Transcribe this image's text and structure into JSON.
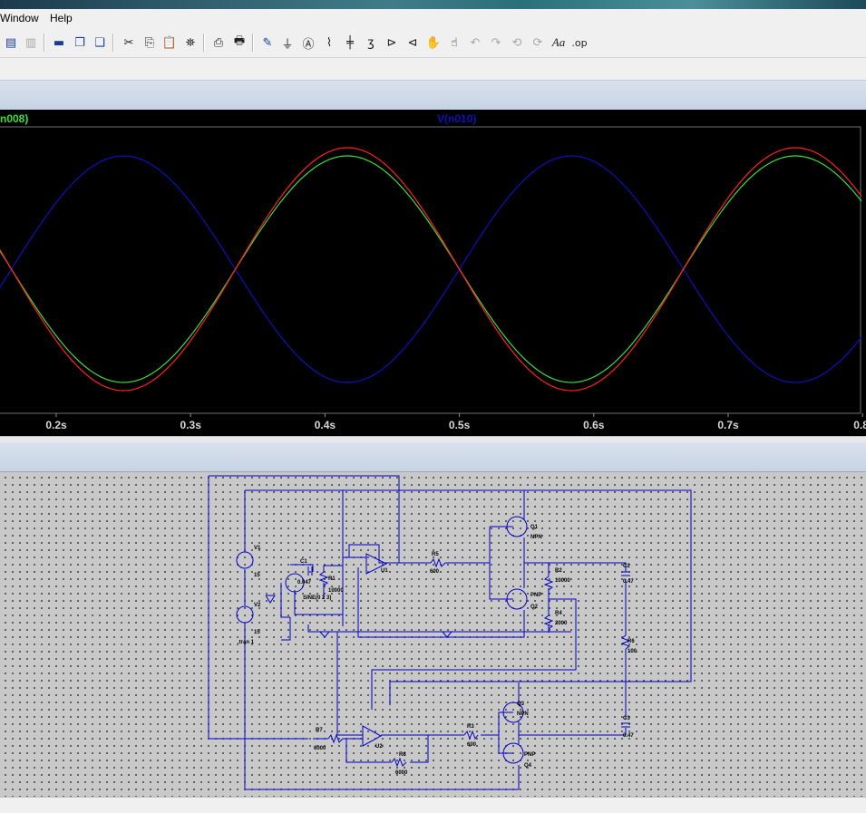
{
  "menu": {
    "window_label": "Window",
    "help_label": "Help"
  },
  "waveform": {
    "trace_left_label": "n008)",
    "trace_mid_label": "V(n010)",
    "x_ticks": [
      "0.2s",
      "0.3s",
      "0.4s",
      "0.5s",
      "0.6s",
      "0.7s",
      "0.8"
    ],
    "colors": {
      "bg": "#000000",
      "red": "#ff2020",
      "green": "#3cdc3c",
      "blue": "#1010c0",
      "tick_text": "#d8d8d8"
    }
  },
  "schematic": {
    "wire_color": "#0000c8",
    "components": {
      "v1": {
        "name": "V1",
        "value": "15"
      },
      "v2": {
        "name": "V2",
        "value": "15"
      },
      "c1": {
        "name": "C1",
        "value": "0.047"
      },
      "r1": {
        "name": "R1",
        "value": "10000"
      },
      "source_value": "SINE(0 2 3)",
      "tran": ".tran 1",
      "u1": {
        "name": "U1"
      },
      "u2": {
        "name": "U2"
      },
      "r5": {
        "name": "R5",
        "value": "600"
      },
      "r3": {
        "name": "R3",
        "value": "600"
      },
      "r7": {
        "name": "R7",
        "value": "6000"
      },
      "r8": {
        "name": "R8",
        "value": "6000"
      },
      "r2": {
        "name": "R2",
        "value": "10000"
      },
      "r4": {
        "name": "R4",
        "value": "2000"
      },
      "r6": {
        "name": "R6",
        "value": "100"
      },
      "c2": {
        "name": "C2",
        "value": "0.47"
      },
      "c3": {
        "name": "C3",
        "value": "0.47"
      },
      "q1": {
        "name": "Q1",
        "type": "NPN"
      },
      "q2": {
        "name": "Q2",
        "type": "PNP"
      },
      "q3": {
        "name": "Q3",
        "type": "NPN"
      },
      "q4": {
        "name": "Q4",
        "type": "PNP"
      }
    }
  }
}
